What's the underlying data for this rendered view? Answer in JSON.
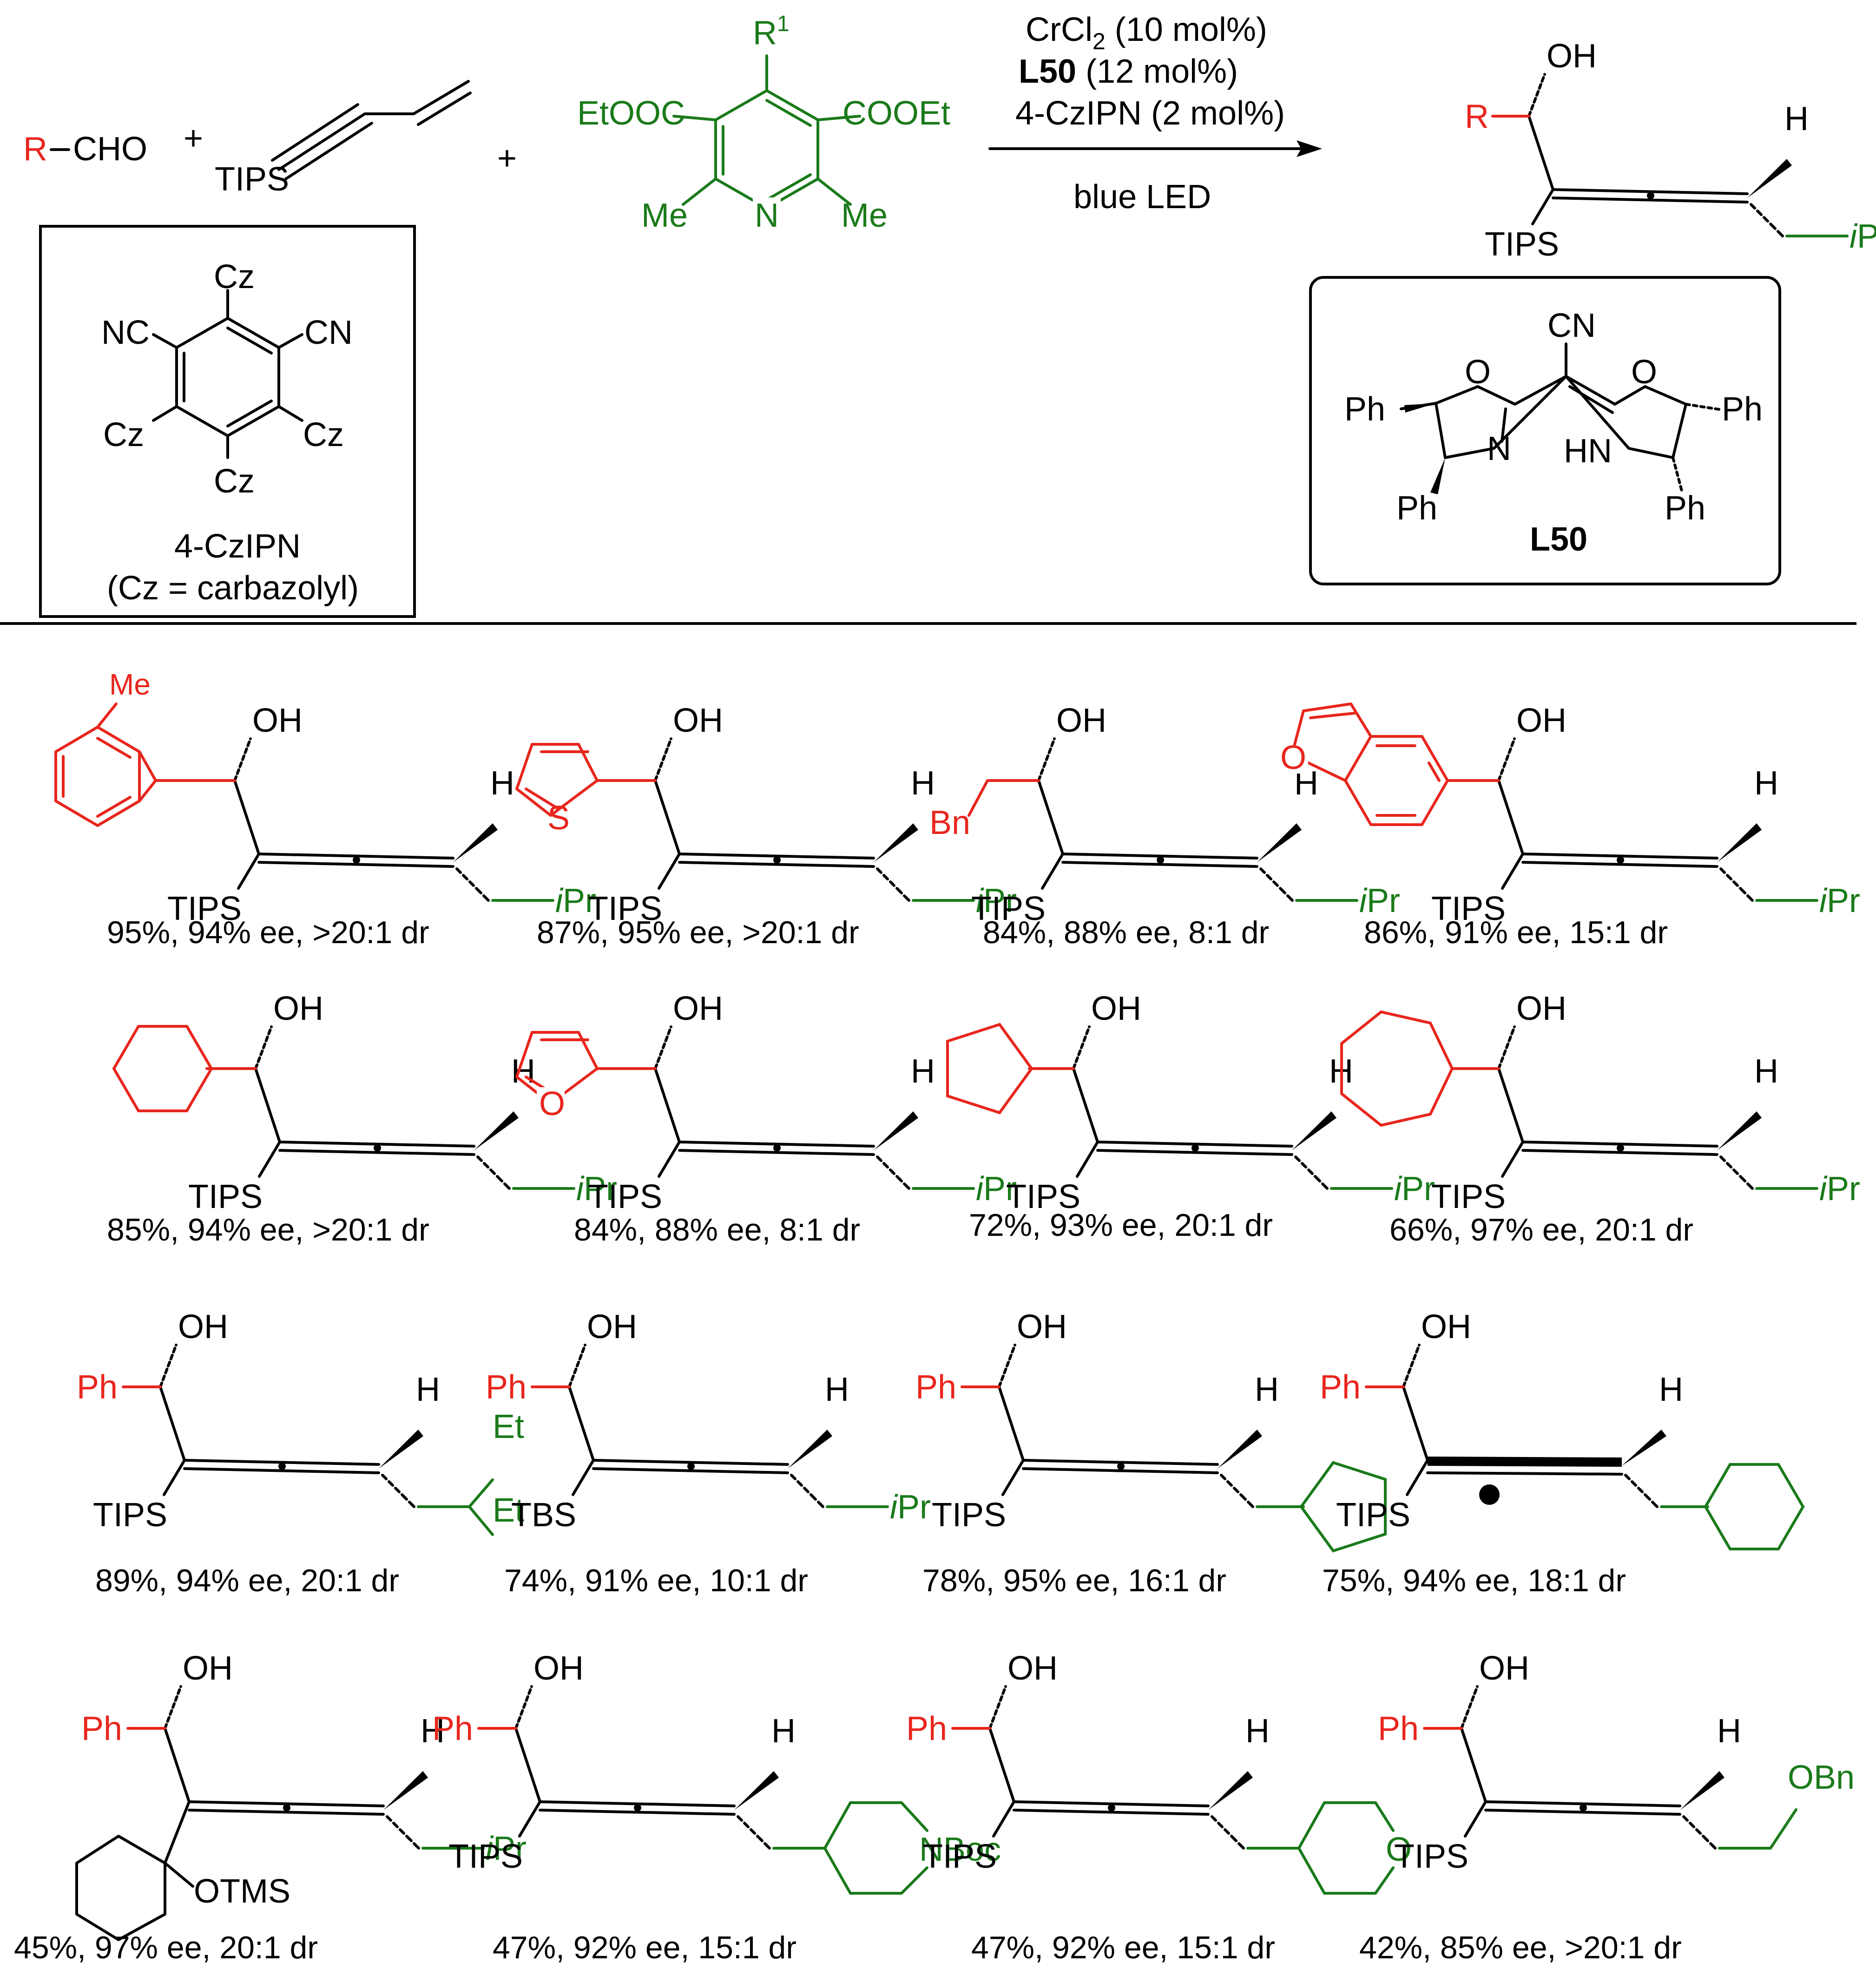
{
  "colors": {
    "variable": "#e8261d",
    "reagent": "#1a7a1a",
    "structure": "#000000"
  },
  "reaction": {
    "aldehyde": {
      "r": "R",
      "cho": "CHO"
    },
    "plus": "+",
    "enyne_tips": "TIPS",
    "hantzsch": {
      "r1": "R",
      "r1_sup": "1",
      "left_ester": "EtOOC",
      "right_ester": "COOEt",
      "me_left": "Me",
      "me_right": "Me",
      "n": "N"
    },
    "conditions": {
      "line1_prefix": "CrCl",
      "line1_sub": "2",
      "line1_rest": " (10 mol%)",
      "line2_bold": "L50",
      "line2_rest": " (12 mol%)",
      "line3": "4-CzIPN (2 mol%)",
      "line4": "blue LED"
    },
    "product": {
      "oh": "OH",
      "r": "R",
      "h": "H",
      "tips": "TIPS",
      "ipr_i": "i",
      "ipr_pr": "Pr"
    }
  },
  "catalyst_box": {
    "cz": "Cz",
    "nc": "NC",
    "cn": "CN",
    "name": "4-CzIPN",
    "note": "(Cz = carbazolyl)"
  },
  "ligand_box": {
    "cn": "CN",
    "o": "O",
    "n": "N",
    "hn": "HN",
    "ph": "Ph",
    "name": "L50"
  },
  "labels": {
    "ph": "Ph",
    "bn": "Bn",
    "me": "Me",
    "s": "S",
    "o": "O",
    "h": "H",
    "oh": "OH",
    "tips": "TIPS",
    "tbs": "TBS",
    "et": "Et",
    "otms": "OTMS",
    "nboc": "NBoc",
    "obn": "OBn",
    "i": "i",
    "pr": "Pr"
  },
  "products": [
    {
      "id": "o-tolyl",
      "result": "95%, 94% ee, >20:1 dr"
    },
    {
      "id": "thienyl",
      "result": "87%, 95% ee,  >20:1 dr"
    },
    {
      "id": "bn-ch2",
      "result": "84%, 88% ee, 8:1 dr"
    },
    {
      "id": "benzofuranyl",
      "result": "86%, 91% ee, 15:1 dr"
    },
    {
      "id": "cyclohexyl",
      "result": "85%, 94% ee, >20:1 dr"
    },
    {
      "id": "furyl",
      "result": "84%, 88% ee, 8:1 dr"
    },
    {
      "id": "cyclopentyl",
      "result": "72%,  93% ee, 20:1 dr"
    },
    {
      "id": "cycloheptyl",
      "result": "66%, 97% ee, 20:1 dr"
    },
    {
      "id": "pentan-3-yl",
      "result": "89%, 94% ee, 20:1 dr"
    },
    {
      "id": "tbs-ipr",
      "result": "74%,  91% ee, 10:1 dr"
    },
    {
      "id": "cyclopentylmethyl",
      "result": "78%, 95% ee, 16:1 dr"
    },
    {
      "id": "cyclohexylmethyl",
      "result": "75%, 94% ee, 18:1 dr"
    },
    {
      "id": "otms-cyclohexyl",
      "result": "45%, 97% ee, 20:1 dr"
    },
    {
      "id": "nboc-piperidinyl",
      "result": "47%, 92% ee, 15:1 dr"
    },
    {
      "id": "tetrahydropyranyl",
      "result": "47%, 92% ee, 15:1 dr"
    },
    {
      "id": "benzyloxyethyl",
      "result": "42%, 85% ee, >20:1 dr"
    }
  ]
}
